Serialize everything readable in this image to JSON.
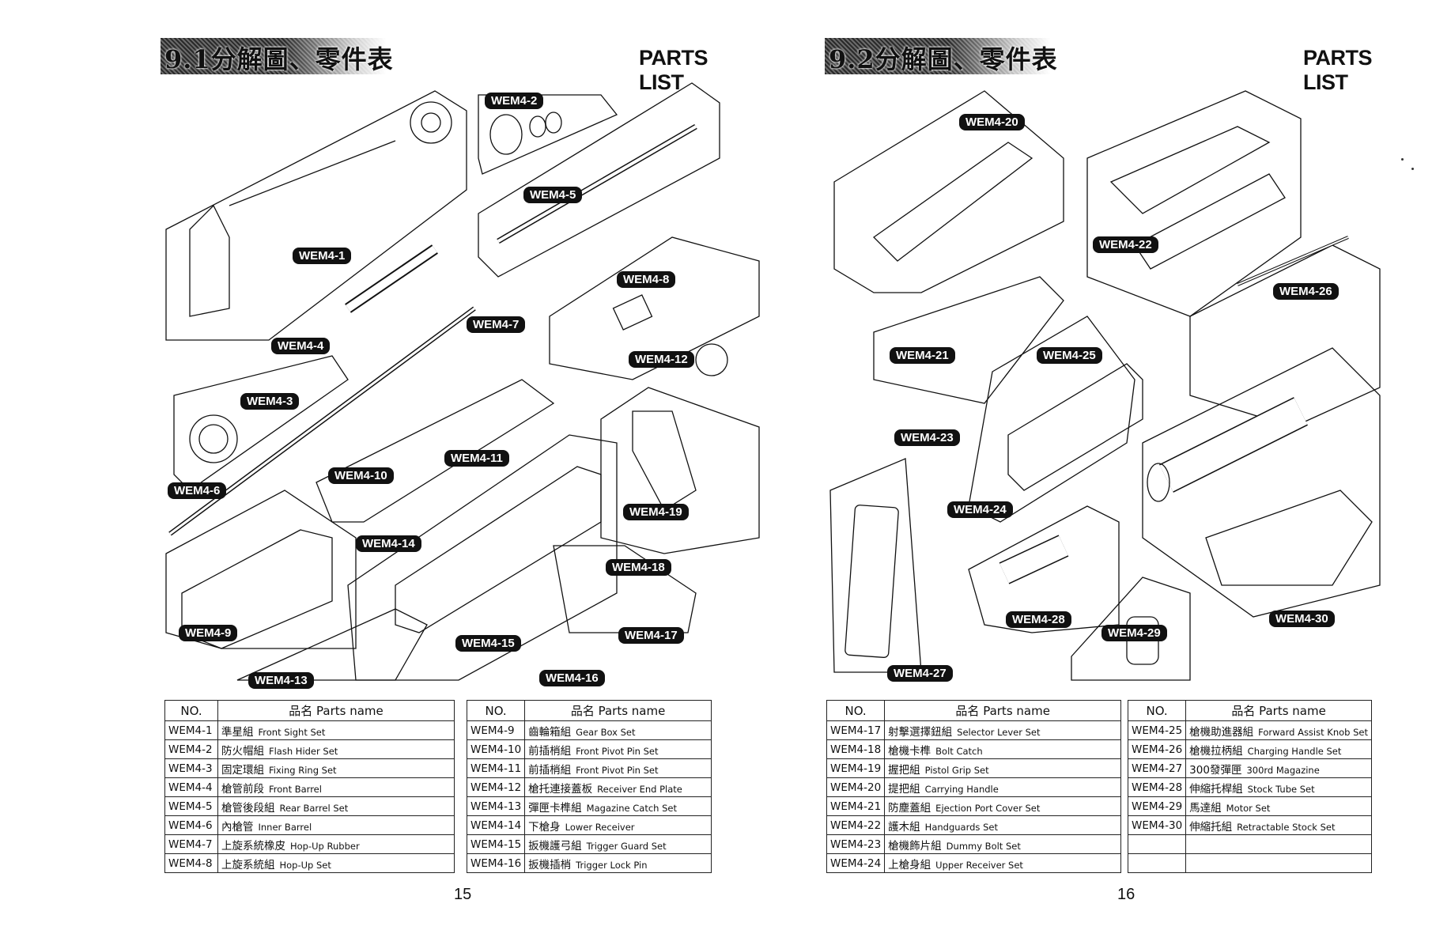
{
  "left_page": {
    "section_title": "9.1分解圖、零件表",
    "parts_list_heading": "PARTS LIST",
    "page_number": "15",
    "labels": {
      "wem4_1": "WEM4-1",
      "wem4_2": "WEM4-2",
      "wem4_3": "WEM4-3",
      "wem4_4": "WEM4-4",
      "wem4_5": "WEM4-5",
      "wem4_6": "WEM4-6",
      "wem4_7": "WEM4-7",
      "wem4_8": "WEM4-8",
      "wem4_9": "WEM4-9",
      "wem4_10": "WEM4-10",
      "wem4_11": "WEM4-11",
      "wem4_12": "WEM4-12",
      "wem4_13": "WEM4-13",
      "wem4_14": "WEM4-14",
      "wem4_15": "WEM4-15",
      "wem4_16": "WEM4-16",
      "wem4_17": "WEM4-17",
      "wem4_18": "WEM4-18",
      "wem4_19": "WEM4-19"
    },
    "tables": [
      {
        "header_no": "NO.",
        "header_zh": "品名",
        "header_en": "Parts name",
        "rows": [
          {
            "no": "WEM4-1",
            "zh": "準星組",
            "en": "Front Sight Set"
          },
          {
            "no": "WEM4-2",
            "zh": "防火帽組",
            "en": "Flash Hider Set"
          },
          {
            "no": "WEM4-3",
            "zh": "固定環組",
            "en": "Fixing Ring Set"
          },
          {
            "no": "WEM4-4",
            "zh": "槍管前段",
            "en": "Front Barrel"
          },
          {
            "no": "WEM4-5",
            "zh": "槍管後段組",
            "en": "Rear Barrel Set"
          },
          {
            "no": "WEM4-6",
            "zh": "內槍管",
            "en": "Inner Barrel"
          },
          {
            "no": "WEM4-7",
            "zh": "上旋系統橡皮",
            "en": "Hop-Up Rubber"
          },
          {
            "no": "WEM4-8",
            "zh": "上旋系統組",
            "en": "Hop-Up Set"
          }
        ]
      },
      {
        "header_no": "NO.",
        "header_zh": "品名",
        "header_en": "Parts name",
        "rows": [
          {
            "no": "WEM4-9",
            "zh": "齒輪箱組",
            "en": "Gear Box Set"
          },
          {
            "no": "WEM4-10",
            "zh": "前插梢組",
            "en": "Front Pivot Pin Set"
          },
          {
            "no": "WEM4-11",
            "zh": "前插梢組",
            "en": "Front Pivot Pin Set"
          },
          {
            "no": "WEM4-12",
            "zh": "槍托連接蓋板",
            "en": "Receiver End Plate"
          },
          {
            "no": "WEM4-13",
            "zh": "彈匣卡榫組",
            "en": "Magazine Catch Set"
          },
          {
            "no": "WEM4-14",
            "zh": "下槍身",
            "en": "Lower Receiver"
          },
          {
            "no": "WEM4-15",
            "zh": "扳機護弓組",
            "en": "Trigger Guard Set"
          },
          {
            "no": "WEM4-16",
            "zh": "扳機插梢",
            "en": "Trigger Lock Pin"
          }
        ]
      }
    ]
  },
  "right_page": {
    "section_title": "9.2分解圖、零件表",
    "parts_list_heading": "PARTS LIST",
    "page_number": "16",
    "labels": {
      "wem4_20": "WEM4-20",
      "wem4_21": "WEM4-21",
      "wem4_22": "WEM4-22",
      "wem4_23": "WEM4-23",
      "wem4_24": "WEM4-24",
      "wem4_25": "WEM4-25",
      "wem4_26": "WEM4-26",
      "wem4_27": "WEM4-27",
      "wem4_28": "WEM4-28",
      "wem4_29": "WEM4-29",
      "wem4_30": "WEM4-30"
    },
    "tables": [
      {
        "header_no": "NO.",
        "header_zh": "品名",
        "header_en": "Parts name",
        "rows": [
          {
            "no": "WEM4-17",
            "zh": "射擊選擇鈕組",
            "en": "Selector Lever Set"
          },
          {
            "no": "WEM4-18",
            "zh": "槍機卡榫",
            "en": "Bolt Catch"
          },
          {
            "no": "WEM4-19",
            "zh": "握把組",
            "en": "Pistol Grip Set"
          },
          {
            "no": "WEM4-20",
            "zh": "提把組",
            "en": "Carrying Handle"
          },
          {
            "no": "WEM4-21",
            "zh": "防塵蓋組",
            "en": "Ejection Port Cover Set"
          },
          {
            "no": "WEM4-22",
            "zh": "護木組",
            "en": "Handguards Set"
          },
          {
            "no": "WEM4-23",
            "zh": "槍機飾片組",
            "en": "Dummy Bolt Set"
          },
          {
            "no": "WEM4-24",
            "zh": "上槍身組",
            "en": "Upper Receiver Set"
          }
        ]
      },
      {
        "header_no": "NO.",
        "header_zh": "品名",
        "header_en": "Parts name",
        "rows": [
          {
            "no": "WEM4-25",
            "zh": "槍機助進器組",
            "en": "Forward Assist Knob Set"
          },
          {
            "no": "WEM4-26",
            "zh": "槍機拉柄組",
            "en": "Charging Handle Set"
          },
          {
            "no": "WEM4-27",
            "zh": "300發彈匣",
            "en": "300rd Magazine"
          },
          {
            "no": "WEM4-28",
            "zh": "伸縮托桿組",
            "en": "Stock Tube Set"
          },
          {
            "no": "WEM4-29",
            "zh": "馬達組",
            "en": "Motor Set"
          },
          {
            "no": "WEM4-30",
            "zh": "伸縮托組",
            "en": "Retractable Stock Set"
          },
          {
            "no": "",
            "zh": "",
            "en": ""
          },
          {
            "no": "",
            "zh": "",
            "en": ""
          }
        ]
      }
    ]
  }
}
